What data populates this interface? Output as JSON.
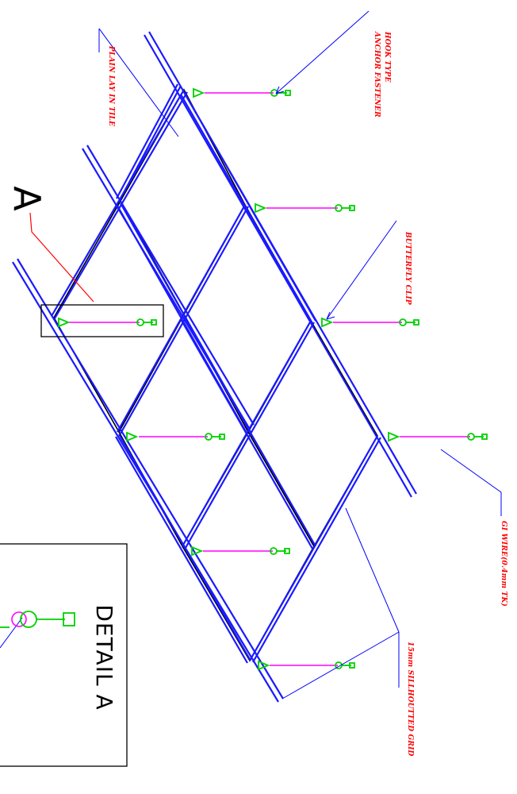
{
  "labels": {
    "hook": [
      "HOOK TYPE",
      "ANCHOR FASTENER"
    ],
    "tile": "PLAIN LAY IN TILE",
    "clip": "BUTTERFLY CLIP",
    "wire": "GI WIRE(0.4mm TK)",
    "grid": "15mm SILLHOUTTED GRID",
    "marker": "A",
    "detail_title": "DETAIL A"
  },
  "colors": {
    "grid_blue": "#1a1aff",
    "tile_edge": "#000000",
    "wire_magenta": "#ff00ff",
    "clip_green": "#00d000",
    "leader_blue": "#0000ff",
    "label_red": "#ff0000",
    "callout_red": "#ff0000"
  }
}
